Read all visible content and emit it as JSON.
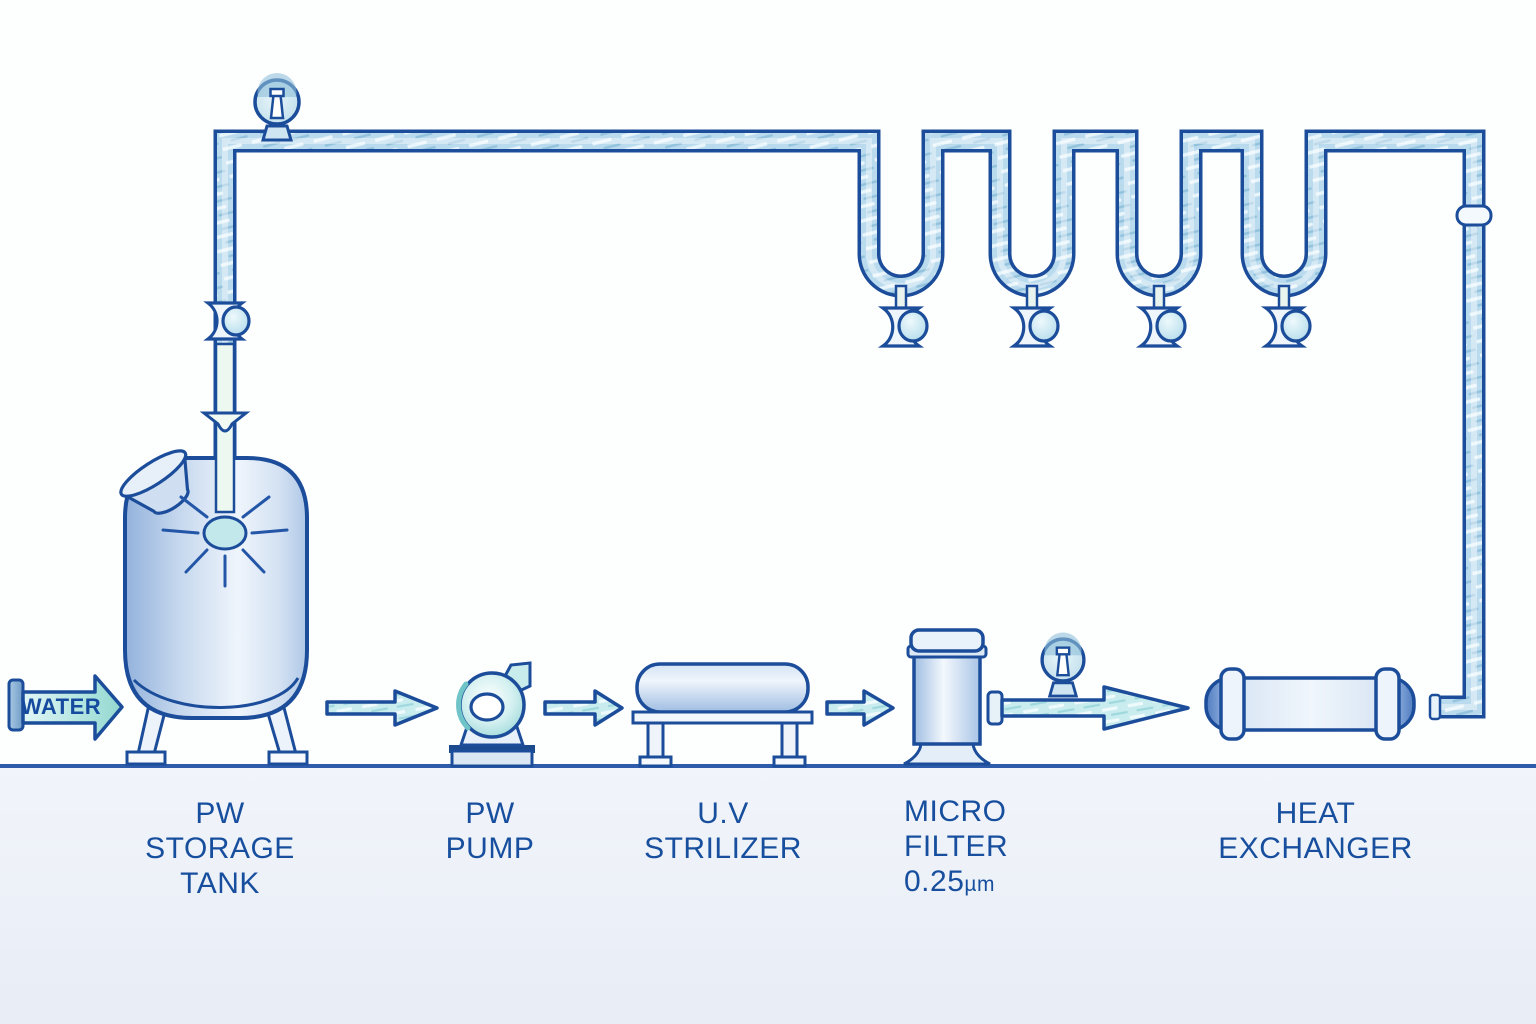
{
  "diagram": {
    "type": "process-flow",
    "water_inlet": {
      "label": "WATER"
    },
    "equipment": [
      {
        "id": "pw-storage-tank",
        "label_lines": [
          "PW",
          "STORAGE",
          "TANK"
        ]
      },
      {
        "id": "pw-pump",
        "label_lines": [
          "PW",
          "PUMP"
        ]
      },
      {
        "id": "uv-sterilizer",
        "label_lines": [
          "U.V",
          "STRILIZER"
        ]
      },
      {
        "id": "micro-filter",
        "label_lines": [
          "MICRO",
          "FILTER"
        ],
        "rating_value": "0.25",
        "rating_unit": "µm"
      },
      {
        "id": "heat-exchanger",
        "label_lines": [
          "HEAT",
          "EXCHANGER"
        ]
      }
    ],
    "loop": {
      "drop_valve_count": 4,
      "riser_valve_count": 1,
      "gauge_count": 2
    },
    "colors": {
      "outline": "#1c4d9a",
      "label_text": "#174f9e",
      "pipe_fill": "#badbee",
      "arrow_fill": "#c9ecef",
      "floor_line": "#2e5cab",
      "tank_highlight": "#eff5fc",
      "pump_teal": "#8ed2d4",
      "background": "#fdfefe"
    }
  }
}
